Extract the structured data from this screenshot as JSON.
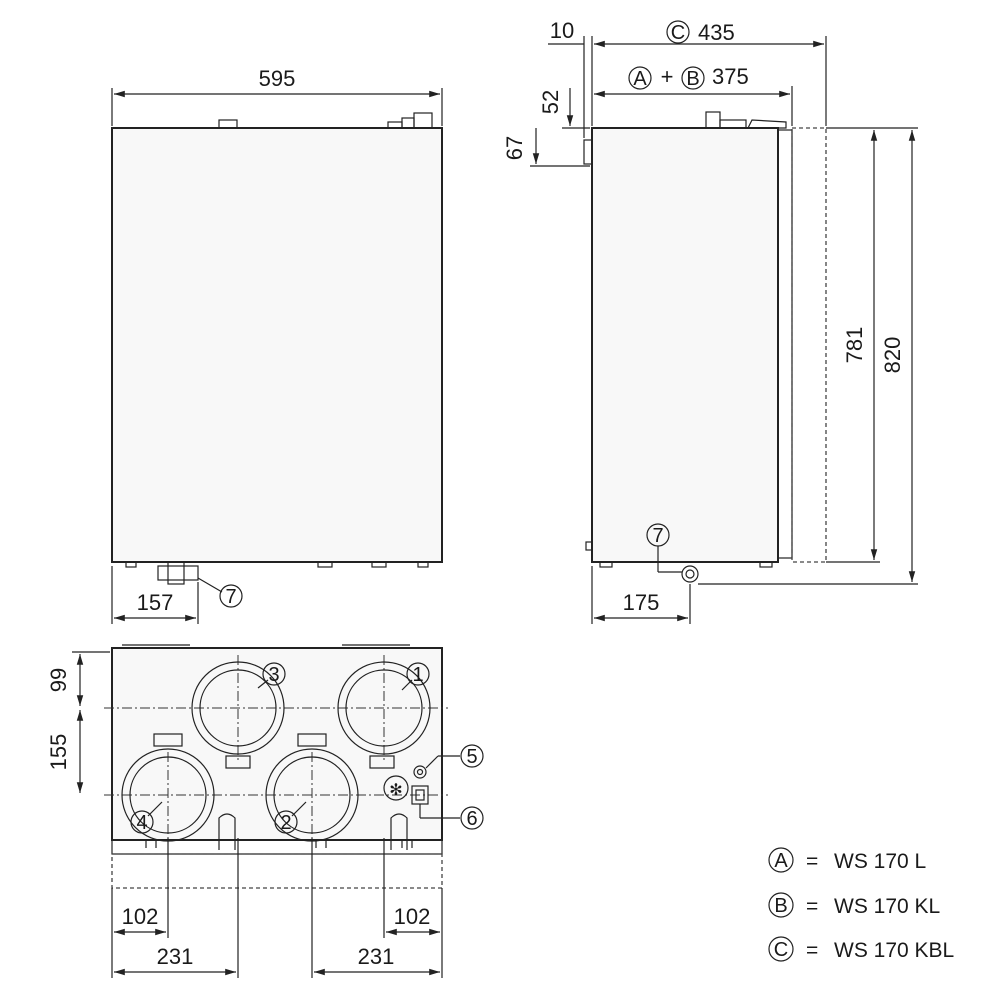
{
  "front_view": {
    "width_label": "595",
    "left_offset_label": "157",
    "callout_7": "7"
  },
  "side_view": {
    "top_offset_label": "10",
    "depth_c_label": "435",
    "depth_ab_label": "375",
    "height_52_label": "52",
    "height_67_label": "67",
    "height_781_label": "781",
    "height_820_label": "820",
    "bottom_offset_label": "175",
    "callout_7": "7",
    "marker_a": "A",
    "marker_b": "B",
    "marker_c": "C",
    "plus": "+"
  },
  "bottom_view": {
    "vert_99_label": "99",
    "vert_155_label": "155",
    "left_102_label": "102",
    "right_102_label": "102",
    "left_231_label": "231",
    "right_231_label": "231",
    "callouts": [
      "1",
      "2",
      "3",
      "4",
      "5",
      "6"
    ]
  },
  "legend": [
    {
      "marker": "A",
      "eq": "=",
      "model": "WS 170 L"
    },
    {
      "marker": "B",
      "eq": "=",
      "model": "WS 170 KL"
    },
    {
      "marker": "C",
      "eq": "=",
      "model": "WS 170 KBL"
    }
  ]
}
